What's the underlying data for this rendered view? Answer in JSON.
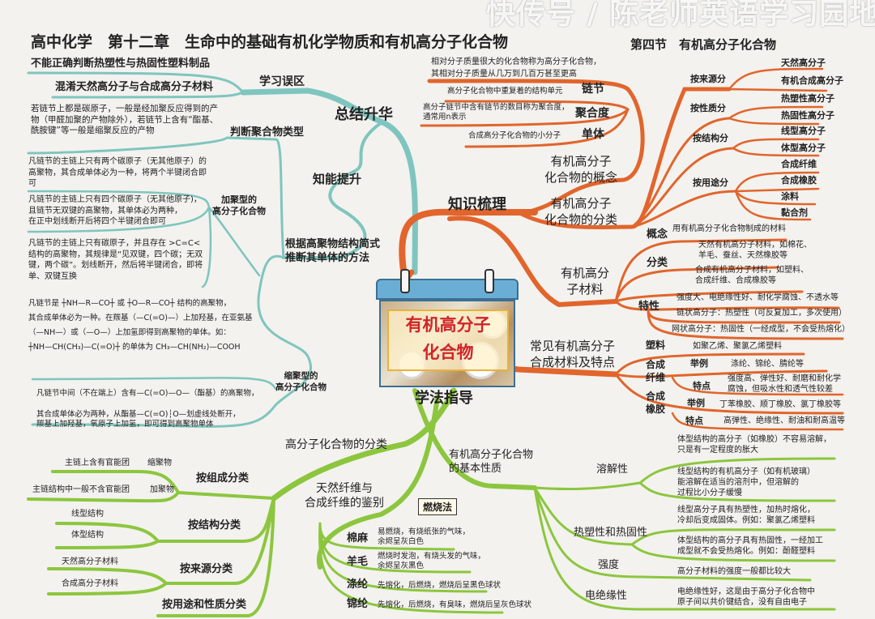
{
  "title": "高中化学　第十二章　生命中的基础有机化学物质和有机高分子化合物",
  "section": "第四节　有机高分子化合物",
  "colors": {
    "summary_branch": "#7fc5bf",
    "knowledge_branch": "#e1652c",
    "method_branch": "#8cc63e",
    "center_label": "#d0242a"
  },
  "center": {
    "label": "有机高分子\n化合物",
    "icon": "calendar-picture-icon"
  },
  "summary": {
    "root": "总结升华",
    "mistakes": {
      "label": "学习误区",
      "items": [
        "不能正确判断热塑性与热固性塑料制品",
        "混淆天然高分子与合成高分子材料"
      ]
    },
    "ability": {
      "label": "知能提升",
      "judge": {
        "label": "判断聚合物类型",
        "text": "若链节上都是碳原子，一般是经加聚反应得到的产物（甲醛加聚的产物除外），若链节上含有“酯基、酰胺键”等一般是缩聚反应的产物"
      },
      "method": {
        "label": "根据高聚物结构简式\n推断其单体的方法"
      },
      "addition": {
        "label": "加聚型的\n高分子化合物",
        "items": [
          "凡链节的主链上只有两个碳原子（无其他原子）的高聚物，其合成单体必为一种，将两个半键闭合即可",
          "凡链节的主链上只有四个碳原子（无其他原子)，\n且链节无双键的高聚物，其单体必为两种，\n在正中划线断开后将四个半键闭合即可",
          "凡链节的主链上只有碳原子，并且存在 >C=C< 结构的高聚物，其规律是“见双键，四个碳；无双键，两个碳”。划线断开，然后将半键闭合，即将单、双键互换"
        ]
      },
      "condensation": {
        "label": "缩聚型的\n高分子化合物",
        "items": [
          "凡链节是 ┼NH—R—CO┼ 或 ┼O—R—CO┼ 结构的高聚物，\n其合成单体必为一种。在羰基（—C(=O)—）上加羟基，在亚氨基\n（—NH—）或（—O—）上加氢即得到高聚物的单体。如：\n┼NH—CH(CH₃)—C(=O)┼ 的单体为 CH₃—CH(NH₂)—COOH",
          "凡链节中间（不在端上）含有—C(=O)—O—（酯基）的高聚物，\n\n其合成单体必为两种，从酯基—C(=O)┆O—划虚线处断开，\n羰基上加羟基，氧原子上加氢，即可得到高聚物单体"
        ]
      }
    }
  },
  "knowledge": {
    "root": "知识梳理",
    "concept": {
      "label": "有机高分子\n化合物的概念",
      "definition": "相对分子质量很大的化合物称为高分子化合物，\n其相对分子质量从几万到几百万甚至更高",
      "terms": [
        {
          "term": "链节",
          "desc": "高分子化合物中重复着的结构单元"
        },
        {
          "term": "聚合度",
          "desc": "高分子链节中含有链节的数目称为聚合度，\n通常用n表示"
        },
        {
          "term": "单体",
          "desc": "合成高分子化合物的小分子"
        }
      ]
    },
    "classification": {
      "label": "有机高分子\n化合物的分类",
      "groups": [
        {
          "by": "按来源分",
          "items": [
            "天然高分子",
            "有机合成高分子"
          ]
        },
        {
          "by": "按性质分",
          "items": [
            "热塑性高分子",
            "热固性高分子"
          ]
        },
        {
          "by": "按结构分",
          "items": [
            "线型高分子",
            "体型高分子"
          ]
        },
        {
          "by": "按用途分",
          "items": [
            "合成纤维",
            "合成橡胶",
            "涂料",
            "黏合剂"
          ]
        }
      ]
    },
    "materials": {
      "label": "有机高分\n子材料",
      "concept": {
        "label": "概念",
        "text": "用有机高分子化合物制成的材料"
      },
      "types": {
        "label": "分类",
        "items": [
          "天然有机高分子材料，如棉花、\n羊毛、蚕丝、天然橡胶等",
          "合成有机高分子材料，如塑料、\n合成纤维、合成橡胶等"
        ]
      },
      "properties": {
        "label": "特性",
        "items": [
          "强度大、电绝缘性好、耐化学腐蚀、不透水等",
          "链状高分子：热塑性（可反复加工，多次使用）",
          "网状高分子：热固性（一经成型，不会受热熔化）"
        ]
      }
    },
    "synthetic": {
      "label": "常见有机高分子\n合成材料及特点",
      "plastic": {
        "label": "塑料",
        "text": "如聚乙烯、聚氯乙烯塑料"
      },
      "fiber": {
        "label": "合成\n纤维",
        "example_label": "举例",
        "example": "涤纶、锦纶、腈纶等",
        "feature_label": "特点",
        "feature": "强度高、弹性好、耐磨和耐化学\n腐蚀，但吸水性和透气性较差"
      },
      "rubber": {
        "label": "合成\n橡胶",
        "example_label": "举例",
        "example": "丁苯橡胶、顺丁橡胶、氯丁橡胶等",
        "feature_label": "特点",
        "feature": "高弹性、绝缘性、耐油和耐高温等"
      }
    }
  },
  "method": {
    "root": "学法指导",
    "classification": {
      "label": "高分子化合物的分类",
      "groups": [
        {
          "by": "按组成分类",
          "items": [
            {
              "label": "缩聚物",
              "desc": "主链上含有官能团"
            },
            {
              "label": "加聚物",
              "desc": "主链结构中一般不含官能团"
            }
          ]
        },
        {
          "by": "按结构分类",
          "items": [
            "线型结构",
            "体型结构"
          ]
        },
        {
          "by": "按来源分类",
          "items": [
            "天然高分子材料",
            "合成高分子材料"
          ]
        },
        {
          "by": "按用途和性质分类"
        }
      ]
    },
    "fiber_id": {
      "label": "天然纤维与\n合成纤维的鉴别",
      "callout": "燃烧法",
      "items": [
        {
          "name": "棉麻",
          "desc": "易燃烧，有烧纸张的气味，\n余烬呈灰白色"
        },
        {
          "name": "羊毛",
          "desc": "燃烧时发泡，有烧头发的气味，\n余烬呈灰黑色"
        },
        {
          "name": "涤纶",
          "desc": "先熔化，后燃烧，燃烧后呈黑色球状"
        },
        {
          "name": "锦纶",
          "desc": "先熔化，后燃烧，有臭味，燃烧后呈灰色球状"
        }
      ]
    },
    "properties": {
      "label": "有机高分子化合物\n的基本性质",
      "items": [
        {
          "name": "溶解性",
          "desc": [
            "体型结构的高分子（如橡胶）不容易溶解，\n只是有一定程度的胀大",
            "线型结构的有机高分子（如有机玻璃）\n能溶解在适当的溶剂中，但溶解的\n过程比小分子缓慢"
          ]
        },
        {
          "name": "热塑性和热固性",
          "desc": [
            "线型高分子具有热塑性，加热时熔化，\n冷却后变成固体。例如：聚氯乙烯塑料",
            "体型结构的高分子具有热固性，一经加工\n成型就不会受热熔化。例如：酚醛塑料"
          ]
        },
        {
          "name": "强度",
          "desc": [
            "高分子材料的强度一般都比较大"
          ]
        },
        {
          "name": "电绝缘性",
          "desc": [
            "电绝缘性好，这是由于高分子化合物中\n原子间以共价键结合，没有自由电子"
          ]
        }
      ]
    }
  },
  "watermark": "快传号 / 陈老师英语学习园地"
}
